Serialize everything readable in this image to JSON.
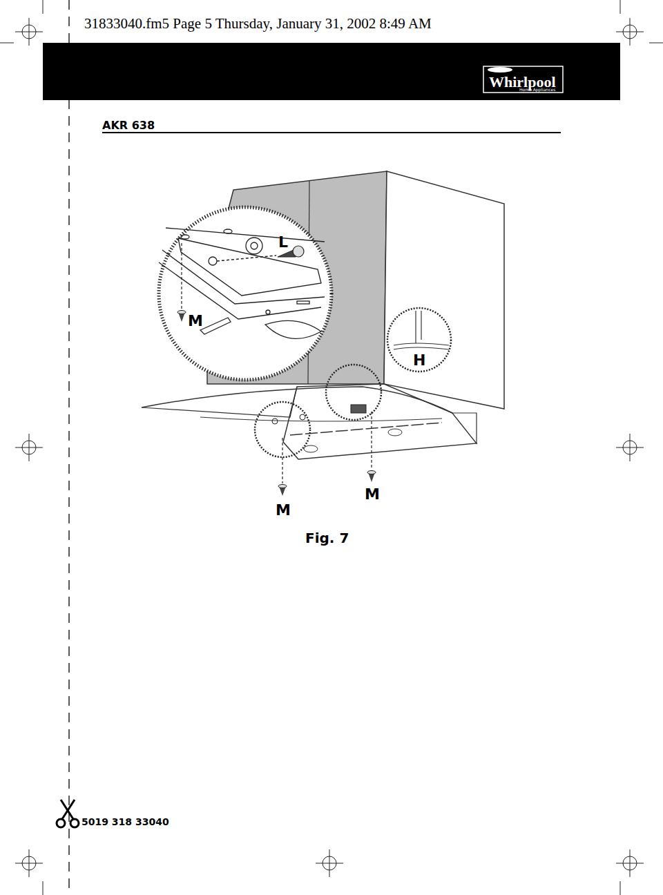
{
  "diagram": {
    "title": "AKR 638",
    "caption": "Fig. 7",
    "labels": [
      "31833040.fm5 Page 5 Thursday, January 31, 2002 8:49 AM",
      "Whirlpool",
      "Home Appliances",
      "L",
      "M",
      "H",
      "M",
      "M",
      "5019 318 33040"
    ]
  }
}
